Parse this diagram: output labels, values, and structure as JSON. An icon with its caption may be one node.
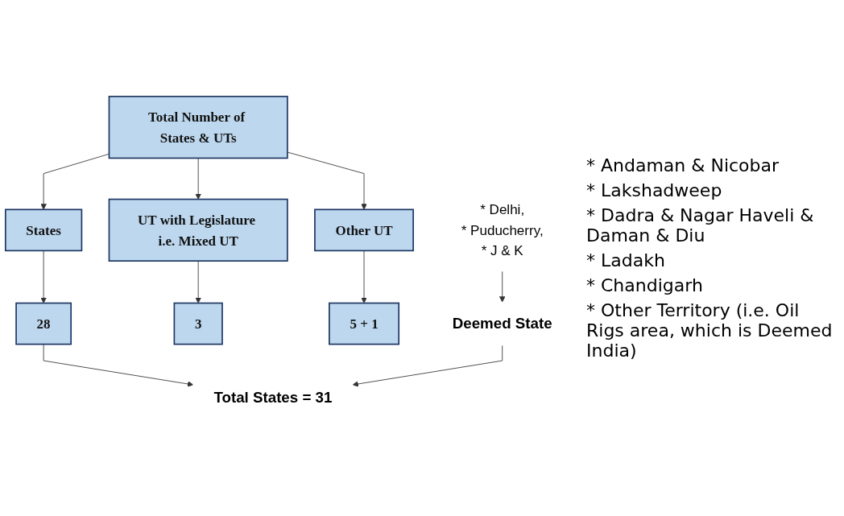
{
  "diagram": {
    "nodes": [
      {
        "text": [
          "Total Number of States & UTs"
        ]
      },
      {
        "text": [
          "States"
        ]
      },
      {
        "text": [
          "28"
        ]
      },
      {
        "text": [
          "UT with Legislature i.e. Mixed UT"
        ]
      },
      {
        "text": [
          "3"
        ]
      },
      {
        "text": [
          "Other UT"
        ]
      },
      {
        "text": [
          "5 + 1"
        ]
      },
      {
        "text": [
          "* Delhi,",
          "* Puducherry,",
          "* J & K"
        ]
      },
      {
        "text": [
          "Deemed State"
        ]
      },
      {
        "text": [
          "Total States = 31"
        ]
      }
    ],
    "edges": [
      {
        "from": 0,
        "to": 1,
        "arrow": "to"
      },
      {
        "from": 0,
        "to": 3,
        "arrow": "to"
      },
      {
        "from": 0,
        "to": 5,
        "arrow": "to"
      },
      {
        "from": 1,
        "to": 2,
        "arrow": "to"
      },
      {
        "from": 3,
        "to": 4,
        "arrow": "to"
      },
      {
        "from": 5,
        "to": 6,
        "arrow": "to"
      },
      {
        "from": 7,
        "to": 8,
        "arrow": "to"
      },
      {
        "from": 2,
        "to": 9,
        "arrow": "to"
      },
      {
        "from": 8,
        "to": 9,
        "arrow": "to"
      }
    ],
    "labels": [
      "* Andaman & Nicobar",
      "* Lakshadweep",
      "* Dadra & Nagar Haveli & Daman & Diu",
      "* Ladakh",
      "* Chandigarh",
      "* Other Territory (i.e. Oil Rigs area, which is Deemed India)"
    ]
  }
}
